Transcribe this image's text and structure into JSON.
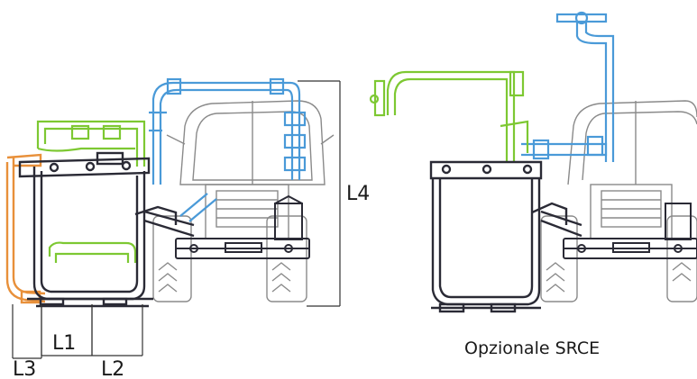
{
  "labels": {
    "l1": "L1",
    "l2": "L2",
    "l3": "L3",
    "l4": "L4",
    "caption": "Opzionale SRCE"
  },
  "colors": {
    "frame": "#2a2a35",
    "tractor": "#8a8a8a",
    "green": "#7dc832",
    "blue": "#4a9ad8",
    "orange": "#e8903a",
    "dim_line": "#333333"
  },
  "icons": [
    "tractor-outline",
    "hedge-trimmer-arm"
  ]
}
